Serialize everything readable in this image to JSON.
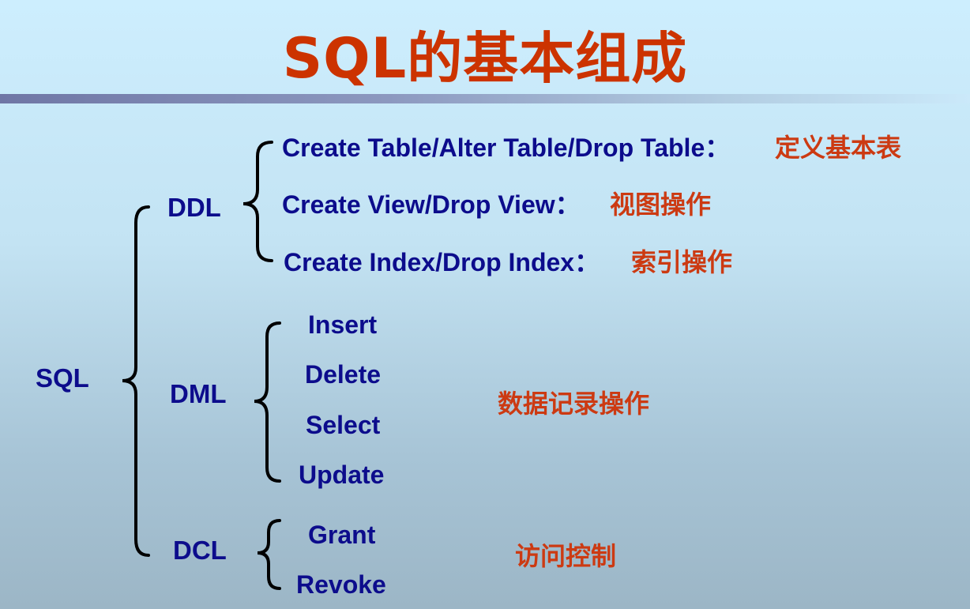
{
  "title": "SQL的基本组成",
  "root": "SQL",
  "groups": {
    "ddl": {
      "name": "DDL",
      "items": [
        {
          "text": "Create Table/Alter Table/Drop Table：",
          "desc": "定义基本表"
        },
        {
          "text": "Create View/Drop View：",
          "desc": "视图操作"
        },
        {
          "text": "Create Index/Drop Index：",
          "desc": "索引操作"
        }
      ]
    },
    "dml": {
      "name": "DML",
      "items": [
        "Insert",
        "Delete",
        "Select",
        "Update"
      ],
      "desc": "数据记录操作"
    },
    "dcl": {
      "name": "DCL",
      "items": [
        "Grant",
        "Revoke"
      ],
      "desc": "访问控制"
    }
  },
  "colors": {
    "title": "#cc3300",
    "label": "#0c0c8c",
    "description": "#cc3a12",
    "brace": "#000000"
  }
}
